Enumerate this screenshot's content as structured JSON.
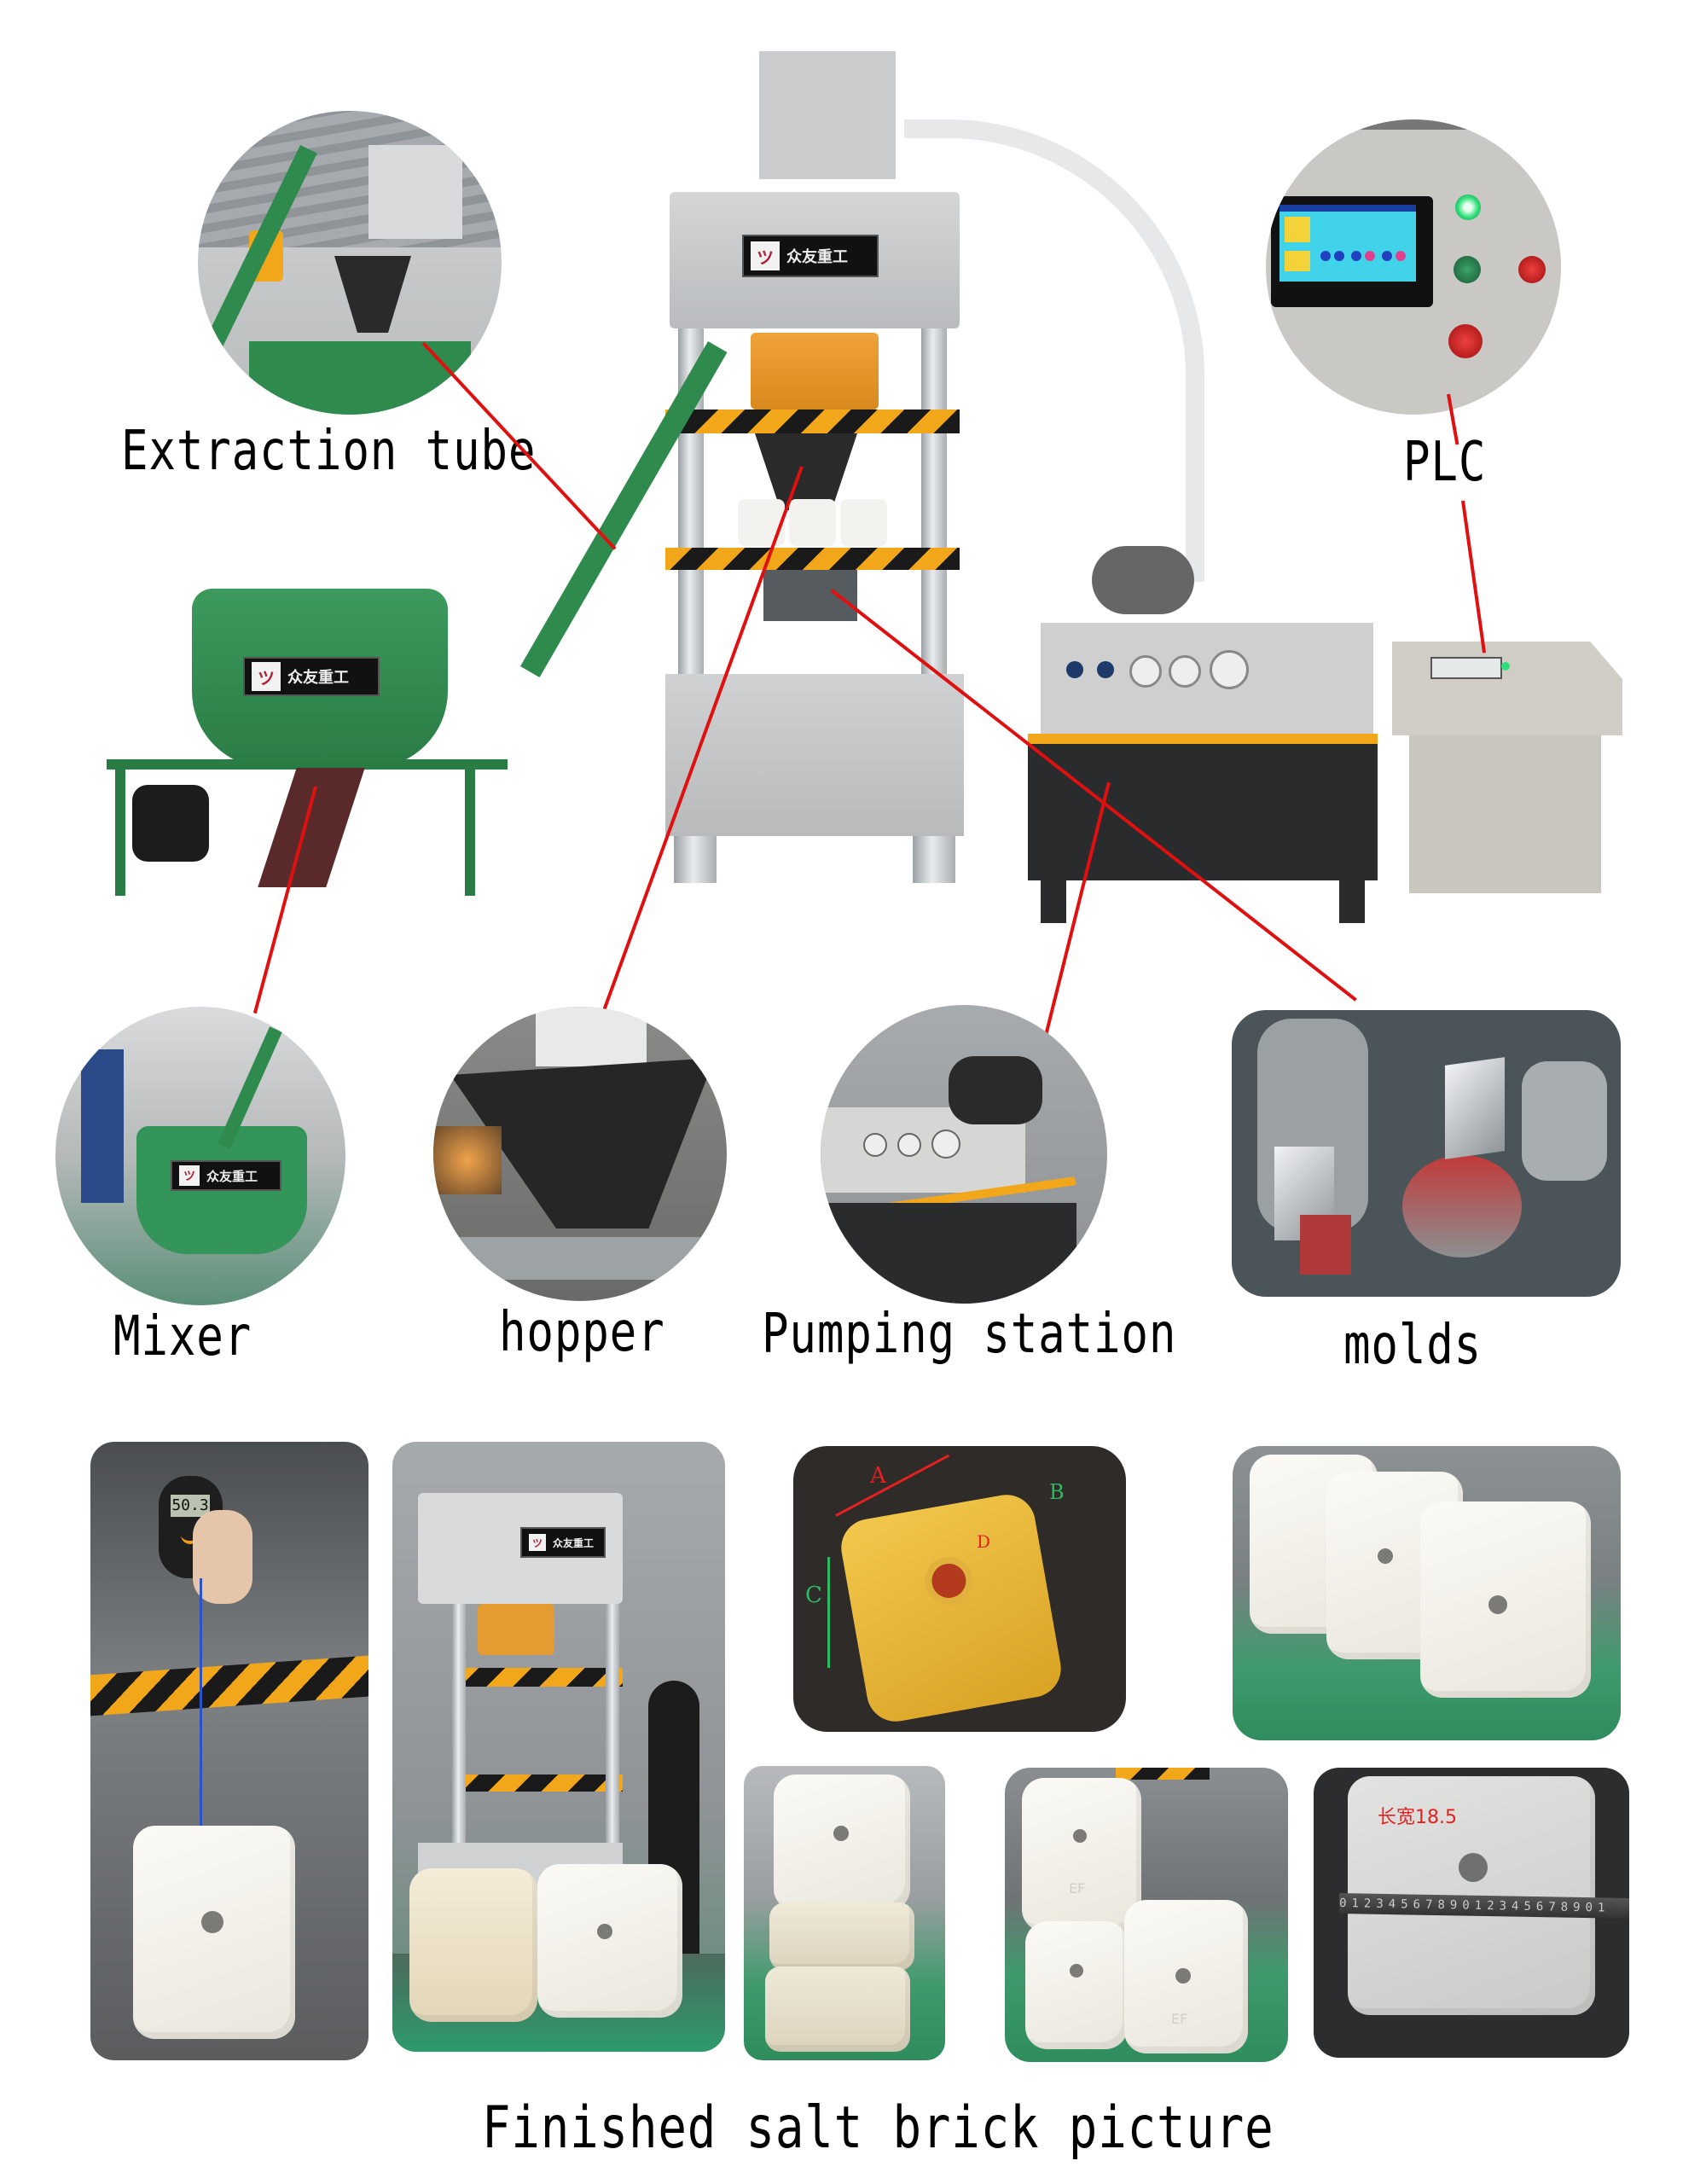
{
  "page": {
    "background": "#ffffff",
    "accent_line_color": "#e01010"
  },
  "callouts": {
    "extraction_tube": {
      "label": "Extraction tube"
    },
    "plc": {
      "label": "PLC"
    },
    "mixer": {
      "label": "Mixer"
    },
    "hopper": {
      "label": "hopper"
    },
    "pumping_station": {
      "label": "Pumping station"
    },
    "molds": {
      "label": "molds"
    }
  },
  "brand": {
    "logo_text": "众友重工"
  },
  "plc_panel": {
    "indicators": [
      {
        "name": "power-indicator",
        "color": "#2fe07a"
      },
      {
        "name": "motor-start",
        "color": "#1f7a4a"
      },
      {
        "name": "motor-stop",
        "color": "#c8202a"
      }
    ]
  },
  "finished_bricks": {
    "caption": "Finished salt brick picture",
    "scale_reading": "50.3",
    "dimension_labels": [
      "A",
      "B",
      "C",
      "D"
    ],
    "measurement_note": "长宽18.5",
    "brick_marking": "EF"
  }
}
